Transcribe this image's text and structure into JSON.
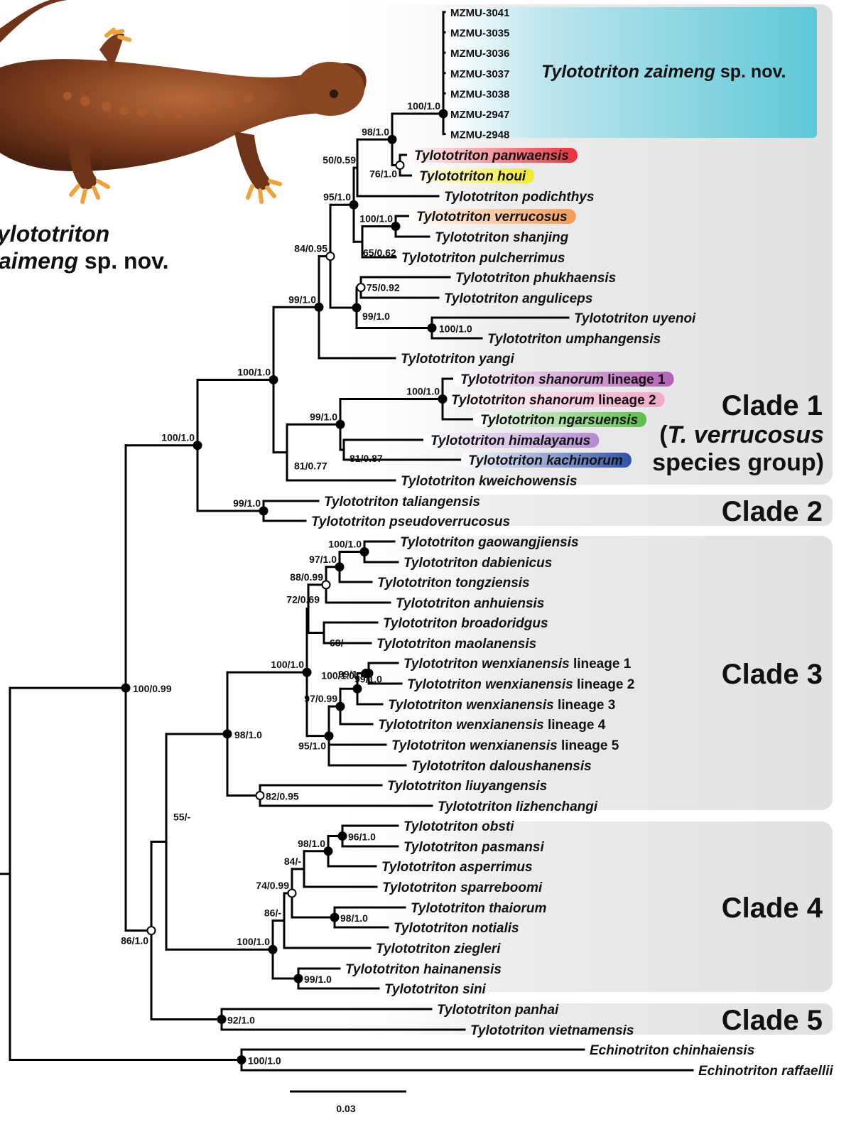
{
  "new_species": {
    "name_italic": "Tylototriton zaimeng",
    "suffix": " sp. nov.",
    "specimens": [
      "MZMU-3041",
      "MZMU-3035",
      "MZMU-3036",
      "MZMU-3037",
      "MZMU-3038",
      "MZMU-2947",
      "MZMU-2948"
    ],
    "photo_caption_line1": "ylototriton",
    "photo_caption_line2_italic": "aimeng",
    "photo_caption_line2_rest": " sp. nov."
  },
  "clades": {
    "clade1": {
      "label": "Clade 1",
      "sub1_open": "(",
      "sub1_italic": "T. verrucosus",
      "sub2": "species group)"
    },
    "clade2": {
      "label": "Clade 2"
    },
    "clade3": {
      "label": "Clade 3"
    },
    "clade4": {
      "label": "Clade 4"
    },
    "clade5": {
      "label": "Clade 5"
    }
  },
  "scale_bar": {
    "value": "0.03"
  },
  "colors": {
    "zaimeng_highlight": "#5ec8d8",
    "panwaensis": "#e8303a",
    "houi": "#f2ea2a",
    "verrucosus": "#f59a52",
    "shanorum1": "#b55fb5",
    "shanorum2": "#f0a8c8",
    "ngarsuensis": "#5cbf4a",
    "himalayanus": "#b48ad0",
    "kachinorum": "#2f50a8",
    "clade_box": "#e4e4e4"
  },
  "tips": [
    {
      "id": "panwaensis",
      "genus": "Tylototriton",
      "species": "panwaensis",
      "highlight": "panwaensis"
    },
    {
      "id": "houi",
      "genus": "Tylototriton",
      "species": "houi",
      "highlight": "houi"
    },
    {
      "id": "podichthys",
      "genus": "Tylototriton",
      "species": "podichthys"
    },
    {
      "id": "verrucosus",
      "genus": "Tylototriton",
      "species": "verrucosus",
      "highlight": "verrucosus"
    },
    {
      "id": "shanjing",
      "genus": "Tylototriton",
      "species": "shanjing"
    },
    {
      "id": "pulcherrimus",
      "genus": "Tylototriton",
      "species": "pulcherrimus"
    },
    {
      "id": "phukhaensis",
      "genus": "Tylototriton",
      "species": "phukhaensis"
    },
    {
      "id": "anguliceps",
      "genus": "Tylototriton",
      "species": "anguliceps"
    },
    {
      "id": "uyenoi",
      "genus": "Tylototriton",
      "species": "uyenoi"
    },
    {
      "id": "umphangensis",
      "genus": "Tylototriton",
      "species": "umphangensis"
    },
    {
      "id": "yangi",
      "genus": "Tylototriton",
      "species": "yangi"
    },
    {
      "id": "shanorum1",
      "genus": "Tylototriton",
      "species": "shanorum",
      "lineage": " lineage 1",
      "highlight": "shanorum1"
    },
    {
      "id": "shanorum2",
      "genus": "Tylototriton",
      "species": "shanorum",
      "lineage": " lineage 2",
      "highlight": "shanorum2"
    },
    {
      "id": "ngarsuensis",
      "genus": "Tylototriton",
      "species": "ngarsuensis",
      "highlight": "ngarsuensis"
    },
    {
      "id": "himalayanus",
      "genus": "Tylototriton",
      "species": "himalayanus",
      "highlight": "himalayanus"
    },
    {
      "id": "kachinorum",
      "genus": "Tylototriton",
      "species": "kachinorum",
      "highlight": "kachinorum"
    },
    {
      "id": "kweichowensis",
      "genus": "Tylototriton",
      "species": "kweichowensis"
    },
    {
      "id": "taliangensis",
      "genus": "Tylototriton",
      "species": "taliangensis"
    },
    {
      "id": "pseudoverrucosus",
      "genus": "Tylototriton",
      "species": "pseudoverrucosus"
    },
    {
      "id": "gaowangjiensis",
      "genus": "Tylototriton",
      "species": "gaowangjiensis"
    },
    {
      "id": "dabienicus",
      "genus": "Tylototriton",
      "species": "dabienicus"
    },
    {
      "id": "tongziensis",
      "genus": "Tylototriton",
      "species": "tongziensis"
    },
    {
      "id": "anhuiensis",
      "genus": "Tylototriton",
      "species": "anhuiensis"
    },
    {
      "id": "broadoridgus",
      "genus": "Tylototriton",
      "species": "broadoridgus"
    },
    {
      "id": "maolanensis",
      "genus": "Tylototriton",
      "species": "maolanensis"
    },
    {
      "id": "wenxianensis1",
      "genus": "Tylototriton",
      "species": "wenxianensis",
      "lineage": " lineage 1"
    },
    {
      "id": "wenxianensis2",
      "genus": "Tylototriton",
      "species": "wenxianensis",
      "lineage": " lineage 2"
    },
    {
      "id": "wenxianensis3",
      "genus": "Tylototriton",
      "species": "wenxianensis",
      "lineage": " lineage 3"
    },
    {
      "id": "wenxianensis4",
      "genus": "Tylototriton",
      "species": "wenxianensis",
      "lineage": "  lineage 4"
    },
    {
      "id": "wenxianensis5",
      "genus": "Tylototriton",
      "species": "wenxianensis",
      "lineage": " lineage 5"
    },
    {
      "id": "daloushanensis",
      "genus": "Tylototriton",
      "species": "daloushanensis"
    },
    {
      "id": "liuyangensis",
      "genus": "Tylototriton",
      "species": "liuyangensis"
    },
    {
      "id": "lizhenchangi",
      "genus": "Tylototriton",
      "species": "lizhenchangi"
    },
    {
      "id": "obsti",
      "genus": "Tylototriton",
      "species": "obsti"
    },
    {
      "id": "pasmansi",
      "genus": "Tylototriton",
      "species": "pasmansi"
    },
    {
      "id": "asperrimus",
      "genus": "Tylototriton",
      "species": "asperrimus"
    },
    {
      "id": "sparreboomi",
      "genus": "Tylototriton",
      "species": "sparreboomi"
    },
    {
      "id": "thaiorum",
      "genus": "Tylototriton",
      "species": "thaiorum"
    },
    {
      "id": "notialis",
      "genus": "Tylototriton",
      "species": "notialis"
    },
    {
      "id": "ziegleri",
      "genus": "Tylototriton",
      "species": "ziegleri"
    },
    {
      "id": "hainanensis",
      "genus": "Tylototriton",
      "species": "hainanensis"
    },
    {
      "id": "sini",
      "genus": "Tylototriton",
      "species": "sini"
    },
    {
      "id": "panhai",
      "genus": "Tylototriton",
      "species": "panhai"
    },
    {
      "id": "vietnamensis",
      "genus": "Tylototriton",
      "species": "vietnamensis"
    },
    {
      "id": "chinhaiensis",
      "genus": "Echinotriton",
      "species": "chinhaiensis"
    },
    {
      "id": "raffaellii",
      "genus": "Echinotriton",
      "species": "raffaellii"
    }
  ],
  "support_values": [
    {
      "id": "n_zaimeng",
      "text": "100/1.0",
      "filled": true
    },
    {
      "id": "n_zp",
      "text": "98/1.0",
      "filled": true
    },
    {
      "id": "n_panhoui",
      "text": "76/1.0",
      "filled": false
    },
    {
      "id": "n_a",
      "text": "50/0.59"
    },
    {
      "id": "n_b",
      "text": "95/1.0",
      "filled": true
    },
    {
      "id": "n_verr",
      "text": "100/1.0",
      "filled": true
    },
    {
      "id": "n_vsp",
      "text": "65/0.62"
    },
    {
      "id": "n_c",
      "text": "84/0.95",
      "filled": false
    },
    {
      "id": "n_pa",
      "text": "75/0.92",
      "filled": false
    },
    {
      "id": "n_uu",
      "text": "100/1.0",
      "filled": true
    },
    {
      "id": "n_d",
      "text": "99/1.0",
      "filled": true
    },
    {
      "id": "n_e",
      "text": "99/1.0",
      "filled": true
    },
    {
      "id": "n_f",
      "text": "100/1.0",
      "filled": true
    },
    {
      "id": "n_sh",
      "text": "100/1.0",
      "filled": true
    },
    {
      "id": "n_g",
      "text": "99/1.0",
      "filled": true
    },
    {
      "id": "n_h",
      "text": "81/0.87"
    },
    {
      "id": "n_i",
      "text": "81/0.77"
    },
    {
      "id": "n_clade12",
      "text": "100/1.0",
      "filled": true
    },
    {
      "id": "n_clade2",
      "text": "99/1.0",
      "filled": true
    },
    {
      "id": "n_gd",
      "text": "100/1.0",
      "filled": true
    },
    {
      "id": "n_gdt",
      "text": "97/1.0",
      "filled": true
    },
    {
      "id": "n_gdta",
      "text": "88/0.99",
      "filled": false
    },
    {
      "id": "n_bm",
      "text": "68/-"
    },
    {
      "id": "n_j",
      "text": "72/0.69"
    },
    {
      "id": "n_w12",
      "text": "99/1.0",
      "filled": true
    },
    {
      "id": "n_w12b",
      "text": "99/1.0",
      "filled": true
    },
    {
      "id": "n_w123",
      "text": "100/1.0",
      "filled": true
    },
    {
      "id": "n_w1234",
      "text": "97/0.99",
      "filled": true
    },
    {
      "id": "n_wd",
      "text": "95/1.0",
      "filled": true
    },
    {
      "id": "n_k",
      "text": "100/1.0",
      "filled": true
    },
    {
      "id": "n_ll",
      "text": "82/0.95",
      "filled": false
    },
    {
      "id": "n_clade3",
      "text": "98/1.0",
      "filled": true
    },
    {
      "id": "n_op",
      "text": "96/1.0",
      "filled": true
    },
    {
      "id": "n_opa",
      "text": "98/1.0",
      "filled": true
    },
    {
      "id": "n_l",
      "text": "84/-"
    },
    {
      "id": "n_m",
      "text": "74/0.99",
      "filled": false
    },
    {
      "id": "n_tn",
      "text": "98/1.0",
      "filled": true
    },
    {
      "id": "n_n",
      "text": "86/-"
    },
    {
      "id": "n_hs",
      "text": "99/1.0",
      "filled": true
    },
    {
      "id": "n_clade4",
      "text": "100/1.0",
      "filled": true
    },
    {
      "id": "n_34",
      "text": "55/-"
    },
    {
      "id": "n_clade5",
      "text": "92/1.0",
      "filled": true
    },
    {
      "id": "n_345",
      "text": "86/1.0",
      "filled": false
    },
    {
      "id": "n_tyl",
      "text": "100/0.99",
      "filled": true
    },
    {
      "id": "n_echino",
      "text": "100/1.0",
      "filled": true
    }
  ]
}
